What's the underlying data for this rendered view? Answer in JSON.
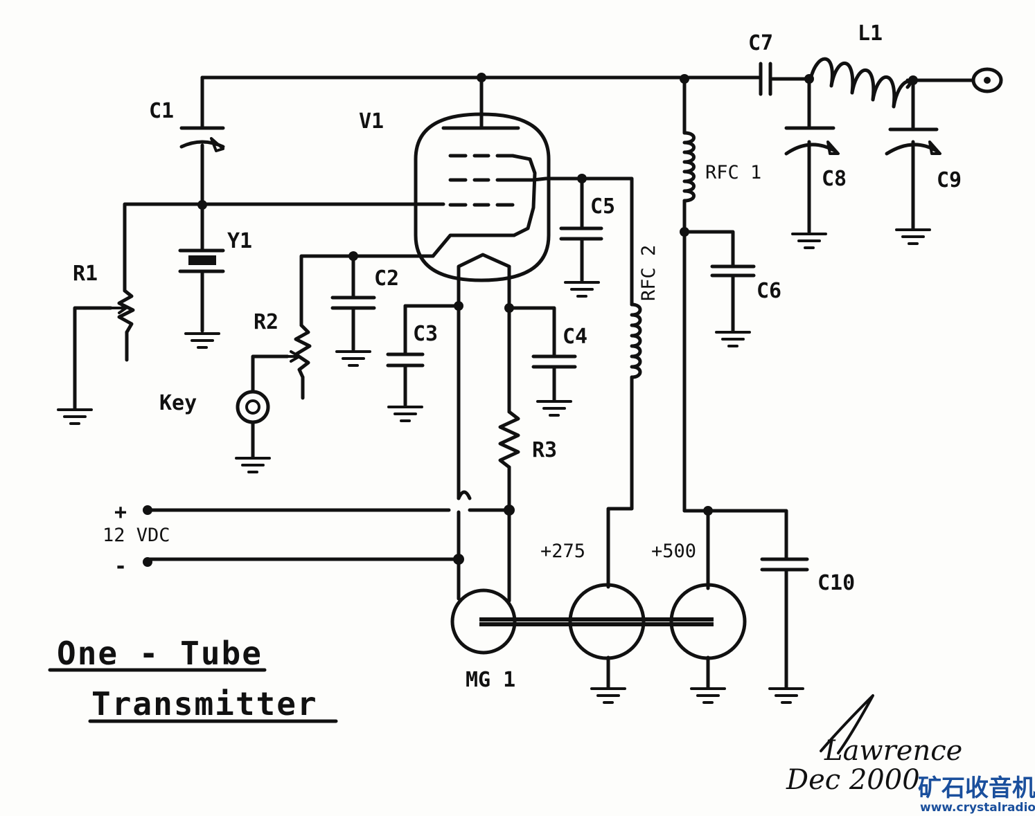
{
  "title": {
    "line1": "One - Tube",
    "line2": "Transmitter"
  },
  "labels": {
    "V1": "V1",
    "C1": "C1",
    "C2": "C2",
    "C3": "C3",
    "C4": "C4",
    "C5": "C5",
    "C6": "C6",
    "C7": "C7",
    "C8": "C8",
    "C9": "C9",
    "C10": "C10",
    "R1": "R1",
    "R2": "R2",
    "R3": "R3",
    "Y1": "Y1",
    "L1": "L1",
    "RFC1": "RFC 1",
    "RFC2": "RFC 2",
    "MG1": "MG 1",
    "key": "Key",
    "plus": "+",
    "minus": "-",
    "vdc": "12 VDC",
    "v275": "+275",
    "v500": "+500"
  },
  "signature": {
    "name": "Lawrence",
    "date": "Dec 2000"
  },
  "watermark": {
    "cn": "矿石收音机",
    "url": "www.crystalradio.cn",
    "color": "#1a4f9c"
  }
}
